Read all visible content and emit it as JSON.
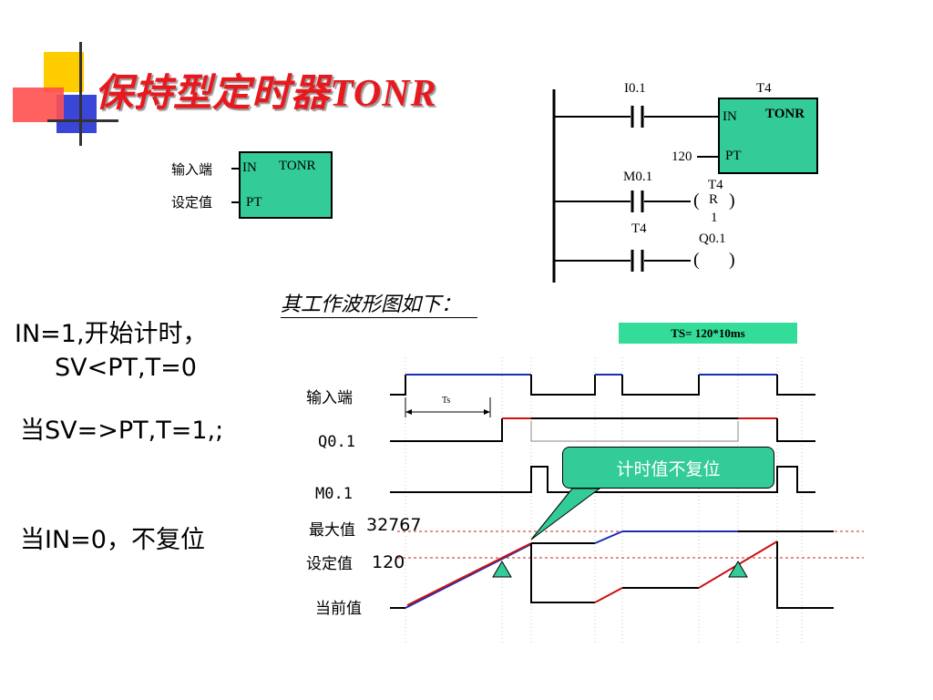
{
  "title": {
    "cn": "保持型定时器",
    "en": "TONR"
  },
  "block": {
    "in_label": "输入端",
    "pt_label": "设定值",
    "in_pin": "IN",
    "type": "TONR",
    "pt_pin": "PT"
  },
  "ladder": {
    "contact1": "I0.1",
    "timer": "T4",
    "in_pin": "IN",
    "type": "TONR",
    "pt_value": "120",
    "pt_pin": "PT",
    "contact2": "M0.1",
    "reset_target": "T4",
    "reset_coil": "R",
    "reset_count": "1",
    "contact3": "T4",
    "output": "Q0.1",
    "coil_open": "(",
    "coil_close": ")"
  },
  "waveform_heading": "其工作波形图如下：",
  "notes": {
    "line1": "IN=1,开始计时，",
    "line2": "SV<PT,T=0",
    "line3": "当SV=>PT,T=1,;",
    "line4": "当IN=0，不复位"
  },
  "timing": {
    "ts_box": "TS= 120*10ms",
    "ts_marker": "Ts",
    "labels": {
      "input": "输入端",
      "q": "Q0.1",
      "m": "M0.1",
      "max": "最大值",
      "preset": "设定值",
      "current": "当前值"
    },
    "max_value": "32767",
    "preset_value": "120",
    "callout": "计时值不复位"
  },
  "colors": {
    "title": "#e8191e",
    "block_fill": "#33cc99",
    "trace_blue": "#1a2db3",
    "trace_red": "#cc1111",
    "dashed": "#cc2222"
  }
}
